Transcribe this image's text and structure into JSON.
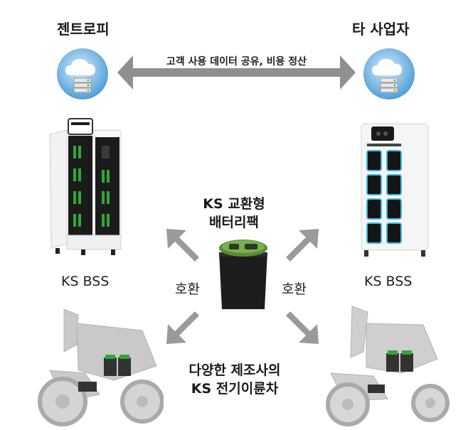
{
  "left_company": "젠트로피",
  "right_company": "타 사업자",
  "arrow_caption": "고객 사용 데이터 공유, 비용 정산",
  "center_battery": {
    "line1": "KS 교환형",
    "line2": "배터리팩"
  },
  "left_station_label": "KS BSS",
  "right_station_label": "KS BSS",
  "compat_left": "호환",
  "compat_right": "호환",
  "bottom_caption": {
    "line1": "다양한 제조사의",
    "line2": "KS 전기이륜차"
  },
  "icons": [
    "cloud-server-icon",
    "cloud-server-icon"
  ],
  "colors": {
    "station_green": "#2fa836",
    "station_blue": "#3cb8e8",
    "arrow_gray": "#9a9a9a",
    "cloud_blue": "#5aa7dd"
  }
}
